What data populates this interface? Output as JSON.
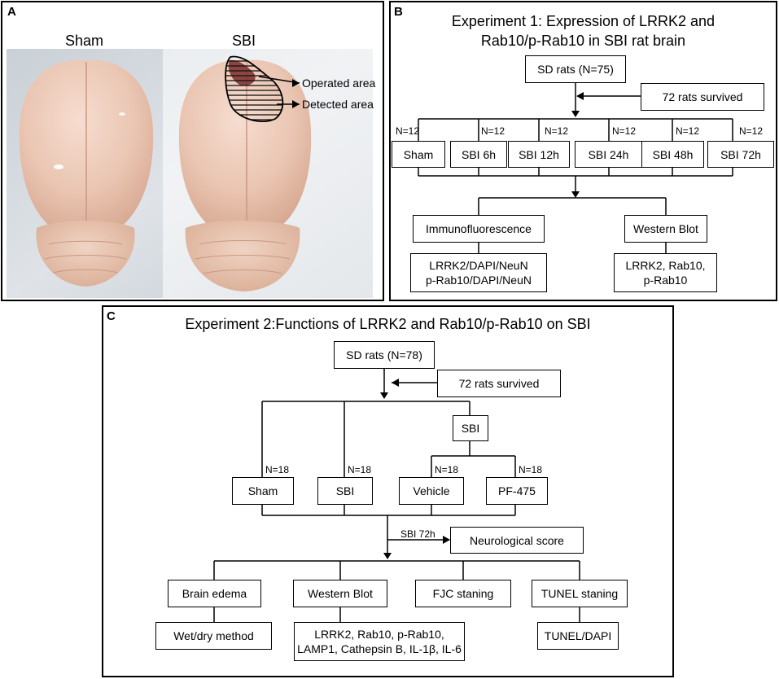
{
  "panelA": {
    "label": "A",
    "sham_label": "Sham",
    "sbi_label": "SBI",
    "operated_area": "Operated area",
    "detected_area": "Detected area"
  },
  "panelB": {
    "label": "B",
    "title_line1": "Experiment 1: Expression of LRRK2 and",
    "title_line2": "Rab10/p-Rab10 in SBI rat brain",
    "sd_rats": "SD rats (N=75)",
    "survived": "72 rats survived",
    "groups": [
      {
        "name": "Sham",
        "n": "N=12"
      },
      {
        "name": "SBI 6h",
        "n": "N=12"
      },
      {
        "name": "SBI 12h",
        "n": "N=12"
      },
      {
        "name": "SBI 24h",
        "n": "N=12"
      },
      {
        "name": "SBI 48h",
        "n": "N=12"
      },
      {
        "name": "SBI 72h",
        "n": "N=12"
      }
    ],
    "immuno": "Immunofluorescence",
    "western": "Western Blot",
    "immuno_detail": "LRRK2/DAPI/NeuN\np-Rab10/DAPI/NeuN",
    "western_detail": "LRRK2,  Rab10,\np-Rab10"
  },
  "panelC": {
    "label": "C",
    "title": "Experiment 2:Functions of LRRK2 and Rab10/p-Rab10 on SBI",
    "sd_rats": "SD rats (N=78)",
    "survived": "72 rats survived",
    "sbi_box": "SBI",
    "groups": [
      {
        "name": "Sham",
        "n": "N=18"
      },
      {
        "name": "SBI",
        "n": "N=18"
      },
      {
        "name": "Vehicle",
        "n": "N=18"
      },
      {
        "name": "PF-475",
        "n": "N=18"
      }
    ],
    "sbi_72h": "SBI 72h",
    "neuro": "Neurological score",
    "outcomes": [
      "Brain edema",
      "Western Blot",
      "FJC staning",
      "TUNEL staning"
    ],
    "edema_detail": "Wet/dry method",
    "western_detail": "LRRK2,  Rab10,  p-Rab10,\nLAMP1,  Cathepsin B, IL-1β, IL-6",
    "tunel_detail": "TUNEL/DAPI"
  }
}
